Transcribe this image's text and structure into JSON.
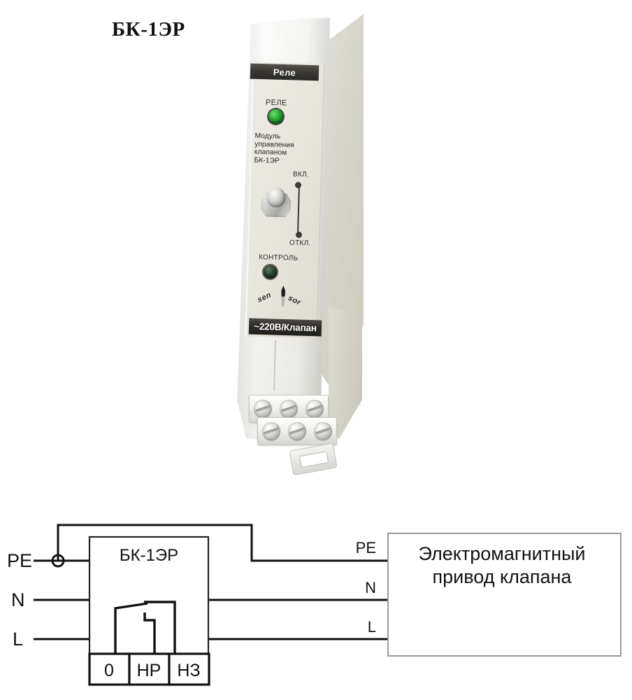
{
  "page": {
    "title": "БК-1ЭР"
  },
  "device": {
    "header_strip": "Реле",
    "relay_led_label": "РЕЛЕ",
    "description": [
      "Модуль",
      "управления",
      "клапаном",
      "БК-1ЭР"
    ],
    "switch_on_label": "ВКЛ.",
    "switch_off_label": "ОТКЛ.",
    "control_led_label": "КОНТРОЛЬ",
    "brand_left": "sen",
    "brand_right": "sor",
    "voltage_strip": "~220В/Клапан",
    "terminal_screw_count_top": 3,
    "terminal_screw_count_bottom": 3,
    "colors": {
      "relay_led": "#2aa83a",
      "control_led": "#27402c",
      "strip_background": "#2f2d2a",
      "body": "#f7f7f5"
    }
  },
  "diagram": {
    "left_labels": {
      "pe": "PE",
      "n": "N",
      "l": "L"
    },
    "relay_box_label": "БК-1ЭР",
    "terminals": [
      "0",
      "НР",
      "НЗ"
    ],
    "right_labels": {
      "pe": "PE",
      "n": "N",
      "l": "L"
    },
    "load_box_lines": [
      "Электромагнитный",
      "привод клапана"
    ],
    "colors": {
      "wire": "#111111",
      "load_box_border": "#9a9a9a"
    }
  }
}
